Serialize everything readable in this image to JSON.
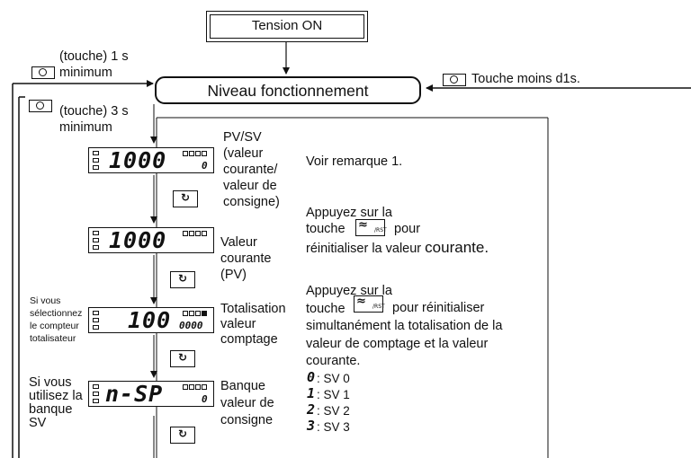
{
  "header": {
    "power_on": "Tension ON",
    "operation_level": "Niveau fonctionnement"
  },
  "keys": {
    "left_1s_a": "(touche) 1 s",
    "left_1s_b": "minimum",
    "left_3s_a": "(touche) 3 s",
    "left_3s_b": "minimum",
    "right_less_1s": "Touche moins d1s."
  },
  "steps": [
    {
      "display_main": "1000",
      "display_sub": "0",
      "label": [
        "PV/SV",
        "(valeur",
        "courante/",
        "valeur de",
        "consigne)"
      ],
      "note": "Voir remarque 1."
    },
    {
      "display_main": "1000",
      "label": [
        "Valeur",
        "courante",
        "(PV)"
      ],
      "note": [
        "Appuyez sur la",
        "touche",
        "pour",
        "réinitialiser la valeur ",
        "courante."
      ]
    },
    {
      "display_main": "100",
      "display_sub": "0000",
      "condition": [
        "Si vous",
        "sélectionnez",
        "le compteur",
        "totalisateur"
      ],
      "label": [
        "Totalisation",
        "valeur",
        "comptage"
      ],
      "note": [
        "Appuyez sur la",
        "touche",
        "pour réinitialiser",
        "simultanément la totalisation de la",
        "valeur de comptage et la valeur",
        "courante."
      ]
    },
    {
      "display_main": "n-SP",
      "display_sub": "0",
      "condition": [
        "Si vous",
        "utilisez la",
        "banque",
        "SV"
      ],
      "label": [
        "Banque",
        "valeur de",
        "consigne"
      ],
      "bank_items": [
        {
          "digit": "0",
          "text": ": SV 0"
        },
        {
          "digit": "1",
          "text": ": SV 1"
        },
        {
          "digit": "2",
          "text": ": SV 2"
        },
        {
          "digit": "3",
          "text": ": SV 3"
        }
      ]
    }
  ],
  "icons": {
    "key_icon": "mode-key-icon",
    "cycle_icon": "cycle-key-icon",
    "reset_icon": "up-reset-key-icon"
  }
}
